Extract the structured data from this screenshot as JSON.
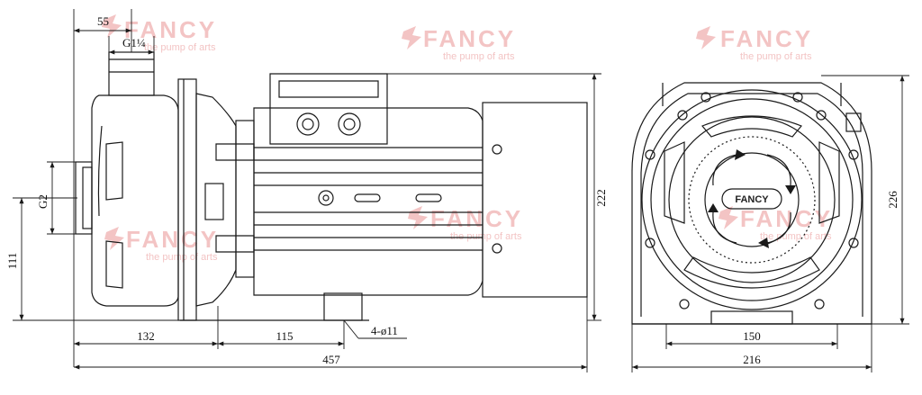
{
  "watermark": {
    "brand": "FANCY",
    "tagline": "the pump of arts"
  },
  "colors": {
    "line": "#1a1a1a",
    "watermark": "#f3c4c4",
    "background": "#ffffff"
  },
  "side_view": {
    "dims": {
      "outlet_offset": "55",
      "outlet_thread": "G1¼",
      "inlet_thread": "G2",
      "shaft_height": "111",
      "front_to_foot": "132",
      "foot_spacing": "115",
      "mount_holes": "4-ø11",
      "overall_length": "457",
      "overall_height": "222"
    }
  },
  "front_view": {
    "logo": "FANCY",
    "dims": {
      "foot_spacing": "150",
      "overall_width": "216",
      "overall_height": "226"
    }
  }
}
